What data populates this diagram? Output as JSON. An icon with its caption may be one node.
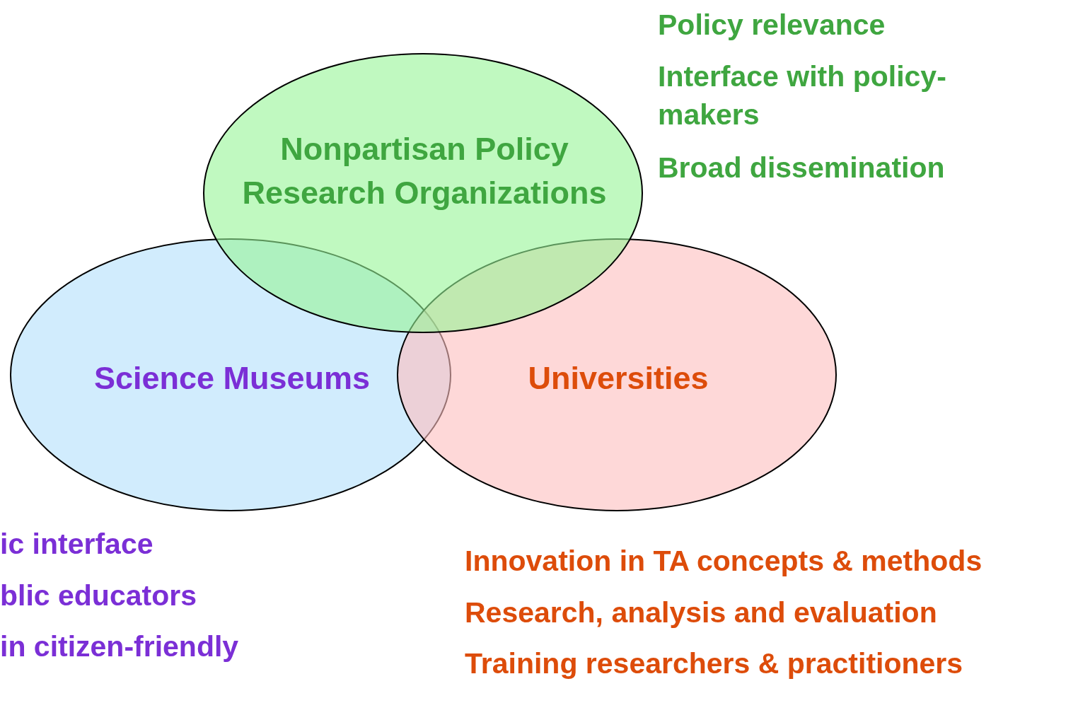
{
  "diagram": {
    "nodes": [
      {
        "text": [
          "Nonpartisan Policy Research Organizations"
        ]
      },
      {
        "text": [
          "Science Museums"
        ]
      },
      {
        "text": [
          "Universities"
        ]
      }
    ],
    "labels": [
      "Policy relevance",
      "Interface with policy-makers",
      "Broad dissemination",
      "ic interface",
      "blic educators",
      "in citizen-friendly",
      "Innovation in TA concepts & methods",
      "Research, analysis and evaluation",
      "Training researchers & practitioners"
    ]
  }
}
